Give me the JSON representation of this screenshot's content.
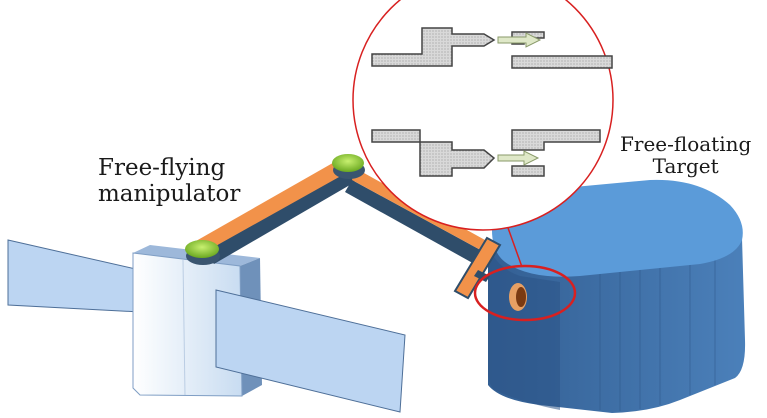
{
  "labels": {
    "manipulator": {
      "line1": "Free-flying",
      "line2": "manipulator"
    },
    "target": {
      "line1": "Free-floating",
      "line2": "Target"
    }
  },
  "colors": {
    "solar_panel": "#bcd5f2",
    "solar_panel_edge": "#4e6f98",
    "satellite_body_front": "#e6f1fb",
    "satellite_body_side": "#7f9ec4",
    "arm_link": "#f2924a",
    "arm_link_shadow": "#2f4d6a",
    "joint": "#8fcf3a",
    "target_body": "#3f6fa6",
    "target_top": "#5a9ad8",
    "docking_port": "#c86a2a",
    "callout_circle": "#d82020",
    "section_fill": "#d9d9d9",
    "section_edge": "#444444",
    "arrow_fill": "#dfe8c8"
  },
  "icons": {
    "satellite": "satellite-icon",
    "target": "target-icon",
    "probe": "probe-icon",
    "drogue": "drogue-icon",
    "arrow": "arrow-right-icon"
  }
}
